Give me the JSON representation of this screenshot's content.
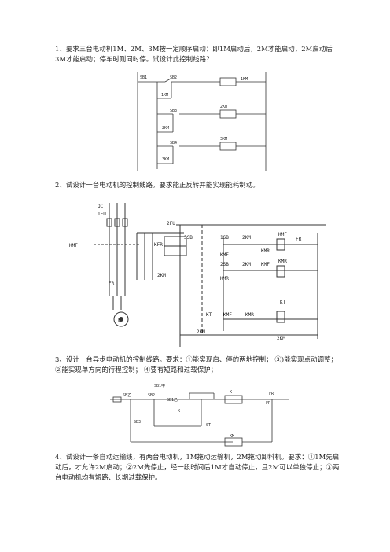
{
  "questions": [
    {
      "text": "1、要求三台电动机1M、2M、3M按一定顺序启动：即1M启动后，2M才能启动，2M启动后3M才能启动；停车时则同时停。试设计此控制线路？"
    },
    {
      "text": "2、试设计一台电动机的控制线路。要求能正反转并能实现能耗制动。"
    },
    {
      "text": "3、设计一台异步电动机的控制线路。要求：①能实现启、停的两地控制；  ③)能实现点动调整；②能实现单方向的行程控制；  ④要有短路和过载保护；"
    },
    {
      "text": "4、试设计一条自动运输线，有两台电动机，1M拖动运输机，2M拖动卸料机。要求：①1M先启动后，才允许2M启动；②2M先停止，经一段时间后1M才自动停止，且2M可以单独停止；③两台电动机均有短路、长期过载保护。"
    }
  ],
  "fig1": {
    "labels": [
      "SB1",
      "SB2",
      "1KM",
      "1KM",
      "SB3",
      "2KM",
      "2KM",
      "SB4",
      "3KM",
      "3KM"
    ]
  },
  "fig2": {
    "labels": [
      "QC",
      "1FU",
      "KMF",
      "KFR",
      "2FU",
      "3SB",
      "1SB",
      "2KM",
      "KMF",
      "FR",
      "KMF",
      "KMR",
      "2SB",
      "KMR",
      "2KM",
      "KMF",
      "KMR",
      "FR",
      "2KM",
      "KT",
      "KMF",
      "KMR",
      "KT",
      "2KM",
      "2KM",
      "E"
    ]
  },
  "fig3": {
    "labels": [
      "SB1甲",
      "SB乙",
      "SB2",
      "SB1乙",
      "K",
      "FR",
      "K",
      "SB3",
      "ST",
      "KM",
      "FR"
    ]
  }
}
